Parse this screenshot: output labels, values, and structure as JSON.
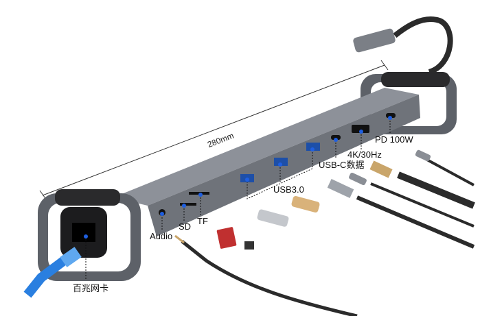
{
  "dimension": {
    "length_label": "280mm"
  },
  "ports": {
    "pd": "PD 100W",
    "hdmi": "4K/30Hz",
    "usbc": "USB-C数据",
    "usb3": "USB3.0",
    "tf": "TF",
    "sd": "SD",
    "audio": "Audio",
    "ethernet": "百兆网卡"
  },
  "colors": {
    "body": "#6f737a",
    "port_dot": "#1f5fe0",
    "ethernet_cable": "#2a7fe0",
    "gold_drive": "#d9b27a"
  }
}
